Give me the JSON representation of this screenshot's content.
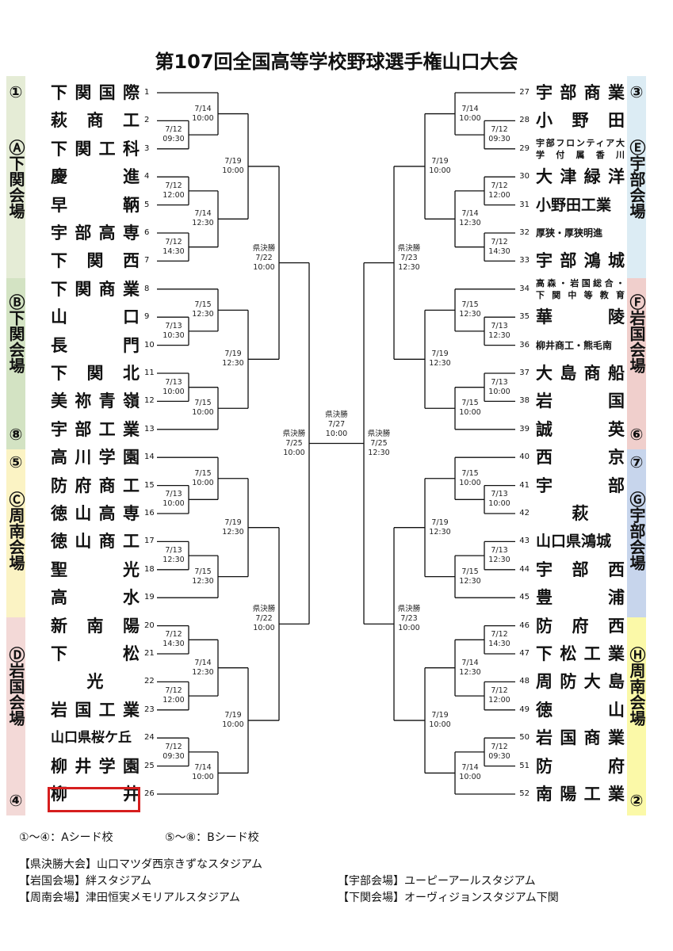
{
  "title": "第107回全国高等学校野球選手権山口大会",
  "colors": {
    "zoneA": "#e5ecd6",
    "zoneB": "#d3e3c3",
    "zoneC": "#fbf3c4",
    "zoneD": "#f3d9d7",
    "zoneE": "#dcecf4",
    "zoneF": "#f0cfcc",
    "zoneG": "#c7d5ec",
    "zoneH": "#fbf9a8",
    "highlight": "#d61e1e"
  },
  "left_teams": [
    {
      "n": "1",
      "name": "下関国際"
    },
    {
      "n": "2",
      "name": "萩商工"
    },
    {
      "n": "3",
      "name": "下関工科"
    },
    {
      "n": "4",
      "name": "慶進"
    },
    {
      "n": "5",
      "name": "早鞆"
    },
    {
      "n": "6",
      "name": "宇部高専"
    },
    {
      "n": "7",
      "name": "下関西"
    },
    {
      "n": "8",
      "name": "下関商業"
    },
    {
      "n": "9",
      "name": "山口"
    },
    {
      "n": "10",
      "name": "長門"
    },
    {
      "n": "11",
      "name": "下関北"
    },
    {
      "n": "12",
      "name": "美祢青嶺"
    },
    {
      "n": "13",
      "name": "宇部工業"
    },
    {
      "n": "14",
      "name": "高川学園"
    },
    {
      "n": "15",
      "name": "防府商工"
    },
    {
      "n": "16",
      "name": "徳山高専"
    },
    {
      "n": "17",
      "name": "徳山商工"
    },
    {
      "n": "18",
      "name": "聖光"
    },
    {
      "n": "19",
      "name": "高水"
    },
    {
      "n": "20",
      "name": "新南陽"
    },
    {
      "n": "21",
      "name": "下松"
    },
    {
      "n": "22",
      "name": "光"
    },
    {
      "n": "23",
      "name": "岩国工業"
    },
    {
      "n": "24",
      "name": "山口県桜ケ丘"
    },
    {
      "n": "25",
      "name": "柳井学園"
    },
    {
      "n": "26",
      "name": "柳井"
    }
  ],
  "right_teams": [
    {
      "n": "27",
      "name": "宇部商業"
    },
    {
      "n": "28",
      "name": "小野田"
    },
    {
      "n": "29",
      "name": "宇部フロンティア大",
      "name2": "学付属香川"
    },
    {
      "n": "30",
      "name": "大津緑洋"
    },
    {
      "n": "31",
      "name": "小野田工業"
    },
    {
      "n": "32",
      "name": "厚狭・厚狭明進"
    },
    {
      "n": "33",
      "name": "宇部鴻城"
    },
    {
      "n": "34",
      "name": "高森・岩国総合・",
      "name2": "下関中等教育"
    },
    {
      "n": "35",
      "name": "華陵"
    },
    {
      "n": "36",
      "name": "柳井商工・熊毛南"
    },
    {
      "n": "37",
      "name": "大島商船"
    },
    {
      "n": "38",
      "name": "岩国"
    },
    {
      "n": "39",
      "name": "誠英"
    },
    {
      "n": "40",
      "name": "西京"
    },
    {
      "n": "41",
      "name": "宇部"
    },
    {
      "n": "42",
      "name": "萩"
    },
    {
      "n": "43",
      "name": "山口県鴻城"
    },
    {
      "n": "44",
      "name": "宇部西"
    },
    {
      "n": "45",
      "name": "豊浦"
    },
    {
      "n": "46",
      "name": "防府西"
    },
    {
      "n": "47",
      "name": "下松工業"
    },
    {
      "n": "48",
      "name": "周防大島"
    },
    {
      "n": "49",
      "name": "徳山"
    },
    {
      "n": "50",
      "name": "岩国商業"
    },
    {
      "n": "51",
      "name": "防府"
    },
    {
      "n": "52",
      "name": "南陽工業"
    }
  ],
  "zones": {
    "A": {
      "label": "Ⓐ下関会場",
      "seed_top": "①"
    },
    "B": {
      "label": "Ⓑ下関会場",
      "seed_bottom": "⑧"
    },
    "C": {
      "label": "Ⓒ周南会場",
      "seed_top": "⑤"
    },
    "D": {
      "label": "Ⓓ岩国会場",
      "seed_bottom": "④"
    },
    "E": {
      "label": "Ⓔ宇部会場",
      "seed_top": "③"
    },
    "F": {
      "label": "Ⓕ岩国会場",
      "seed_bottom": "⑥"
    },
    "G": {
      "label": "Ⓖ宇部会場",
      "seed_top": "⑦"
    },
    "H": {
      "label": "Ⓗ周南会場",
      "seed_bottom": "②"
    }
  },
  "match_times": {
    "L1": [
      "7/14",
      "10:00"
    ],
    "L2": [
      "7/12",
      "09:30"
    ],
    "L3": [
      "7/12",
      "12:00"
    ],
    "L4": [
      "7/14",
      "12:30"
    ],
    "L5": [
      "7/12",
      "14:30"
    ],
    "L6": [
      "7/19",
      "10:00"
    ],
    "L7": [
      "7/15",
      "12:30"
    ],
    "L8": [
      "7/13",
      "10:30"
    ],
    "L9": [
      "7/13",
      "10:00"
    ],
    "L10": [
      "7/15",
      "10:00"
    ],
    "L11": [
      "7/19",
      "12:30"
    ],
    "L12": [
      "7/15",
      "10:00"
    ],
    "L13": [
      "7/13",
      "10:00"
    ],
    "L14": [
      "7/13",
      "12:30"
    ],
    "L15": [
      "7/15",
      "12:30"
    ],
    "L16": [
      "7/19",
      "12:30"
    ],
    "L17": [
      "7/12",
      "14:30"
    ],
    "L18": [
      "7/14",
      "12:30"
    ],
    "L19": [
      "7/12",
      "12:00"
    ],
    "L20": [
      "7/12",
      "09:30"
    ],
    "L21": [
      "7/14",
      "10:00"
    ],
    "L22": [
      "7/19",
      "10:00"
    ],
    "LQ1": [
      "県決勝",
      "7/22",
      "10:00"
    ],
    "LQ2": [
      "県決勝",
      "7/22",
      "10:00"
    ],
    "LS": [
      "県決勝",
      "7/25",
      "10:00"
    ],
    "F": [
      "県決勝",
      "7/27",
      "10:00"
    ],
    "RS": [
      "県決勝",
      "7/25",
      "12:30"
    ],
    "RQ1": [
      "県決勝",
      "7/23",
      "12:30"
    ],
    "RQ2": [
      "県決勝",
      "7/23",
      "10:00"
    ],
    "R1": [
      "7/14",
      "10:00"
    ],
    "R2": [
      "7/12",
      "09:30"
    ],
    "R3": [
      "7/19",
      "10:00"
    ],
    "R4": [
      "7/12",
      "12:00"
    ],
    "R5": [
      "7/14",
      "12:30"
    ],
    "R6": [
      "7/12",
      "14:30"
    ],
    "R7": [
      "7/15",
      "12:30"
    ],
    "R8": [
      "7/13",
      "12:30"
    ],
    "R9": [
      "7/19",
      "12:30"
    ],
    "R10": [
      "7/13",
      "10:00"
    ],
    "R11": [
      "7/15",
      "10:00"
    ],
    "R12": [
      "7/15",
      "10:00"
    ],
    "R13": [
      "7/13",
      "10:00"
    ],
    "R14": [
      "7/19",
      "12:30"
    ],
    "R15": [
      "7/13",
      "12:30"
    ],
    "R16": [
      "7/15",
      "12:30"
    ],
    "R17": [
      "7/12",
      "14:30"
    ],
    "R18": [
      "7/14",
      "12:30"
    ],
    "R19": [
      "7/12",
      "12:00"
    ],
    "R20": [
      "7/19",
      "10:00"
    ],
    "R21": [
      "7/12",
      "09:30"
    ],
    "R22": [
      "7/14",
      "10:00"
    ]
  },
  "seed_note_a": "①～④：Aシード校",
  "seed_note_b": "⑤～⑧：Bシード校",
  "venues": {
    "final": "【県決勝大会】山口マツダ西京きずなスタジアム",
    "iwakuni": "【岩国会場】絆スタジアム",
    "shunan": "【周南会場】津田恒実メモリアルスタジアム",
    "ube": "【宇部会場】ユーピーアールスタジアム",
    "shimonoseki": "【下関会場】オーヴィジョンスタジアム下関"
  }
}
